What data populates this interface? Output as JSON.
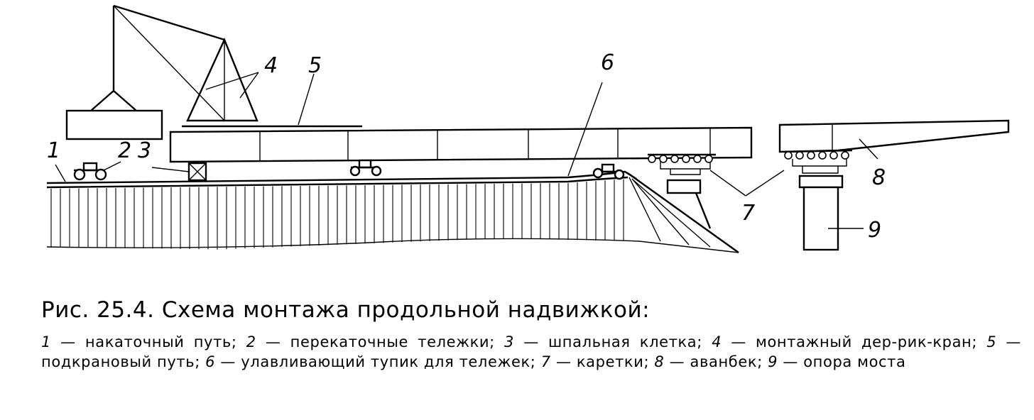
{
  "figure": {
    "caption": "Рис. 25.4. Схема монтажа продольной надвижкой:",
    "callouts": [
      "1",
      "2",
      "3",
      "4",
      "5",
      "6",
      "7",
      "8",
      "9"
    ],
    "legend": [
      {
        "num": "1",
        "text": "— накаточный путь;"
      },
      {
        "num": "2",
        "text": "— перекаточные тележки;"
      },
      {
        "num": "3",
        "text": "— шпальная клетка;"
      },
      {
        "num": "4",
        "text": "— монтажный дер-рик-кран;"
      },
      {
        "num": "5",
        "text": "— подкрановый путь;"
      },
      {
        "num": "6",
        "text": "— улавливающий тупик для тележек;"
      },
      {
        "num": "7",
        "text": "— каретки;"
      },
      {
        "num": "8",
        "text": "— аванбек;"
      },
      {
        "num": "9",
        "text": "— опора моста"
      }
    ]
  }
}
